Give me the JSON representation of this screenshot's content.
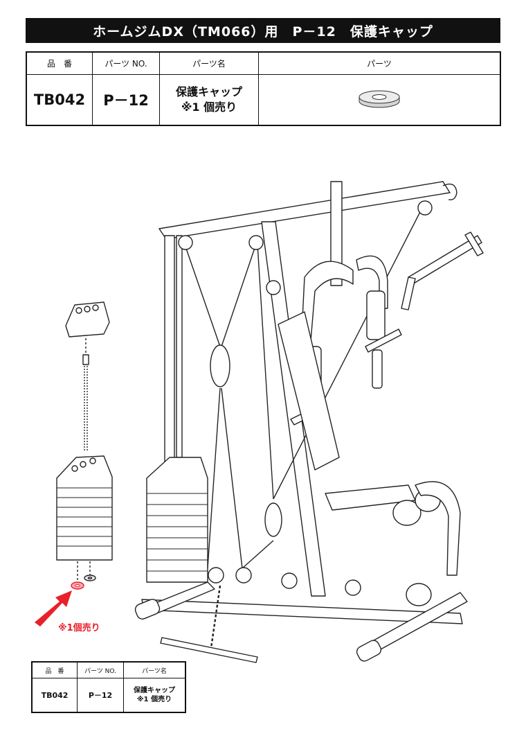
{
  "title": "ホームジムDX（TM066）用　P－12　保護キャップ",
  "table": {
    "headers": [
      "品　番",
      "パーツ NO.",
      "パーツ名",
      "パーツ"
    ],
    "row": {
      "item_id": "TB042",
      "part_no": "P－12",
      "part_name_line1": "保護キャップ",
      "part_name_line2": "※1 個売り"
    }
  },
  "callout": {
    "note": "※1個売り",
    "accent_color": "#e8202a"
  },
  "small_table": {
    "headers": [
      "品　番",
      "パーツ NO.",
      "パーツ名"
    ],
    "row": {
      "item_id": "TB042",
      "part_no": "P－12",
      "part_name_line1": "保護キャップ",
      "part_name_line2": "※1 個売り"
    }
  }
}
